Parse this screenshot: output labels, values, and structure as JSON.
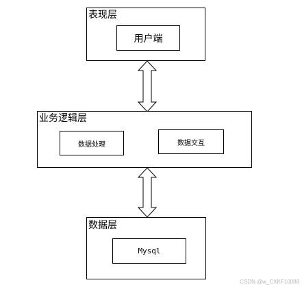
{
  "presentation_layer": {
    "title": "表现层",
    "component": "用户端"
  },
  "business_layer": {
    "title": "业务逻辑层",
    "components": [
      "数据处理",
      "数据交互"
    ]
  },
  "data_layer": {
    "title": "数据层",
    "component": "Mysql"
  },
  "watermark": "CSDN @w_CXKF10088"
}
